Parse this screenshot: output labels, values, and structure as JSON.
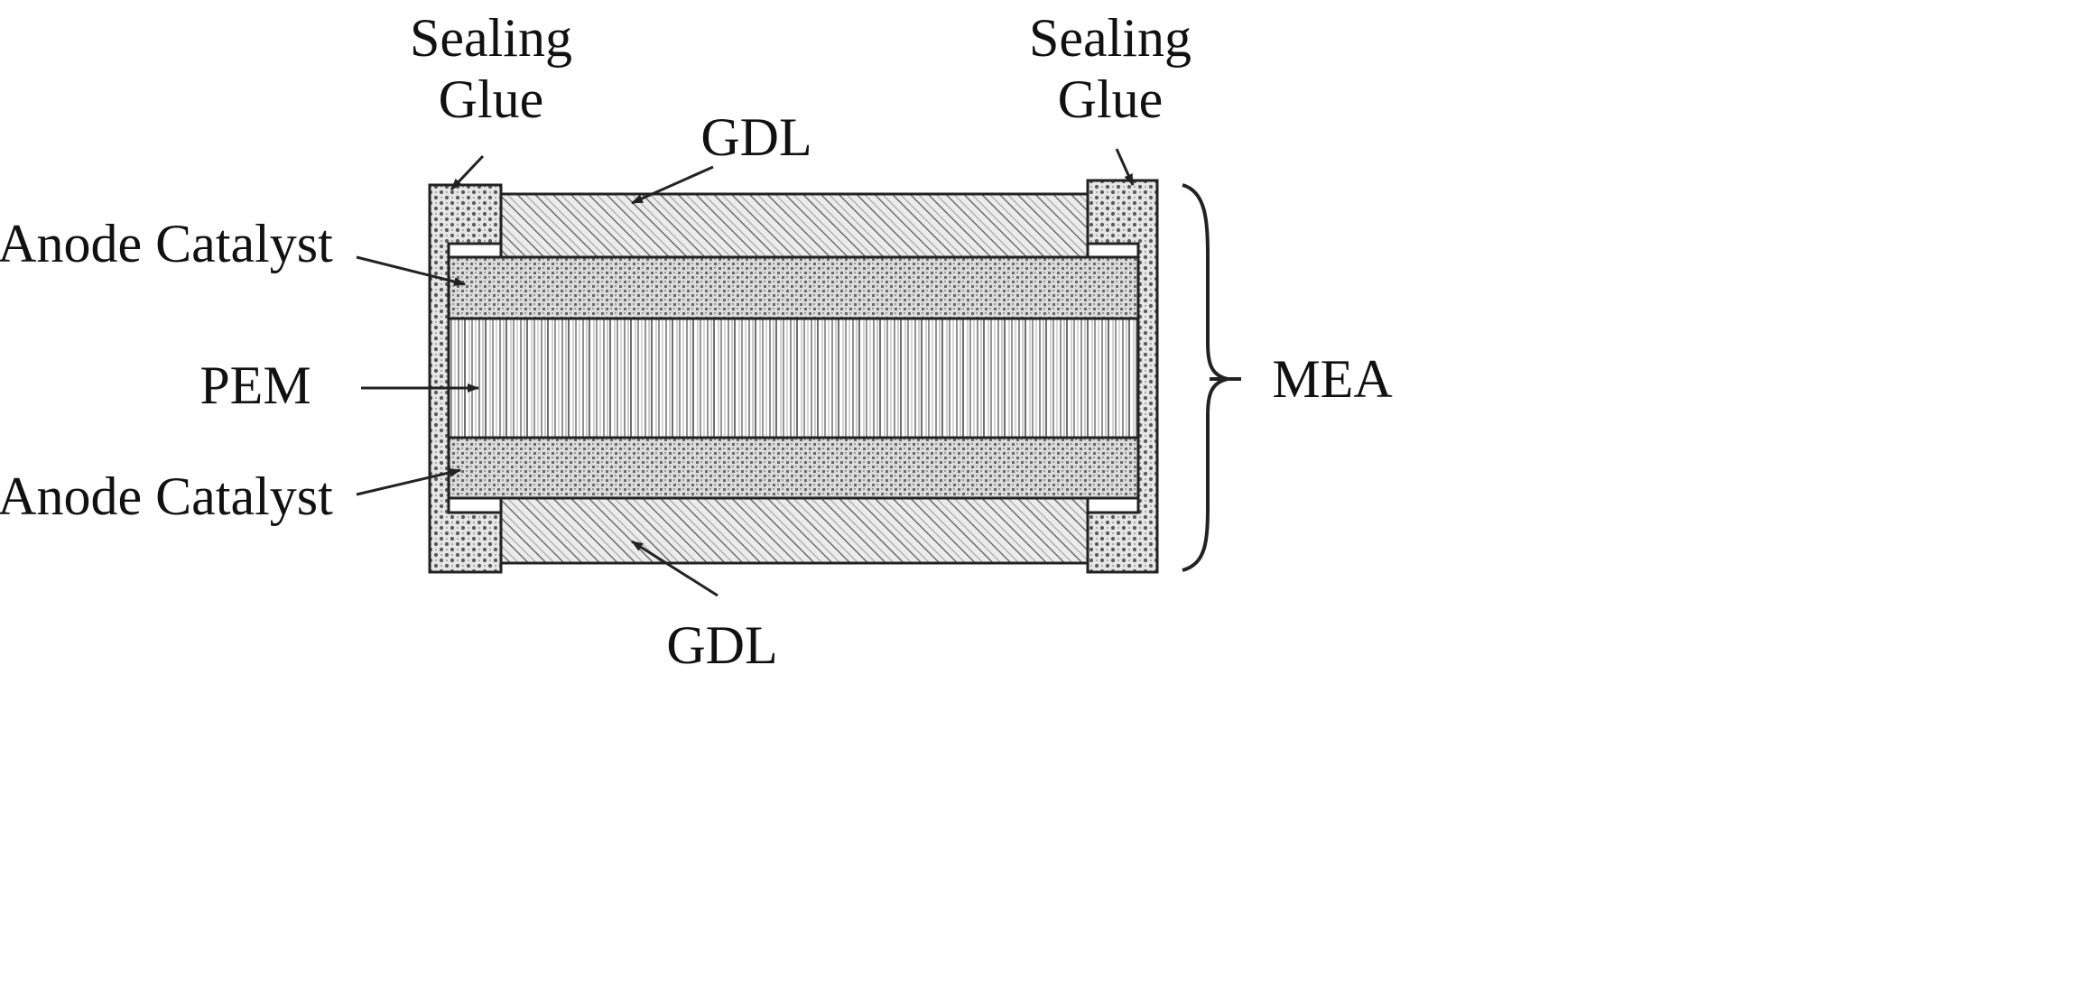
{
  "diagram": {
    "labels": {
      "sealing_glue_left_line1": "Sealing",
      "sealing_glue_left_line2": "Glue",
      "sealing_glue_right_line1": "Sealing",
      "sealing_glue_right_line2": "Glue",
      "gdl_top": "GDL",
      "gdl_bottom": "GDL",
      "anode_catalyst_top": "Anode Catalyst",
      "anode_catalyst_bottom": "Anode Catalyst",
      "pem": "PEM",
      "mea": "MEA"
    },
    "colors": {
      "outline": "#222222",
      "fill_light": "#e9e9e9",
      "glue_dot": "#555555",
      "hatch_line": "#707070",
      "catalyst_dot": "#6a6a6a",
      "pem_line": "#777777"
    }
  }
}
